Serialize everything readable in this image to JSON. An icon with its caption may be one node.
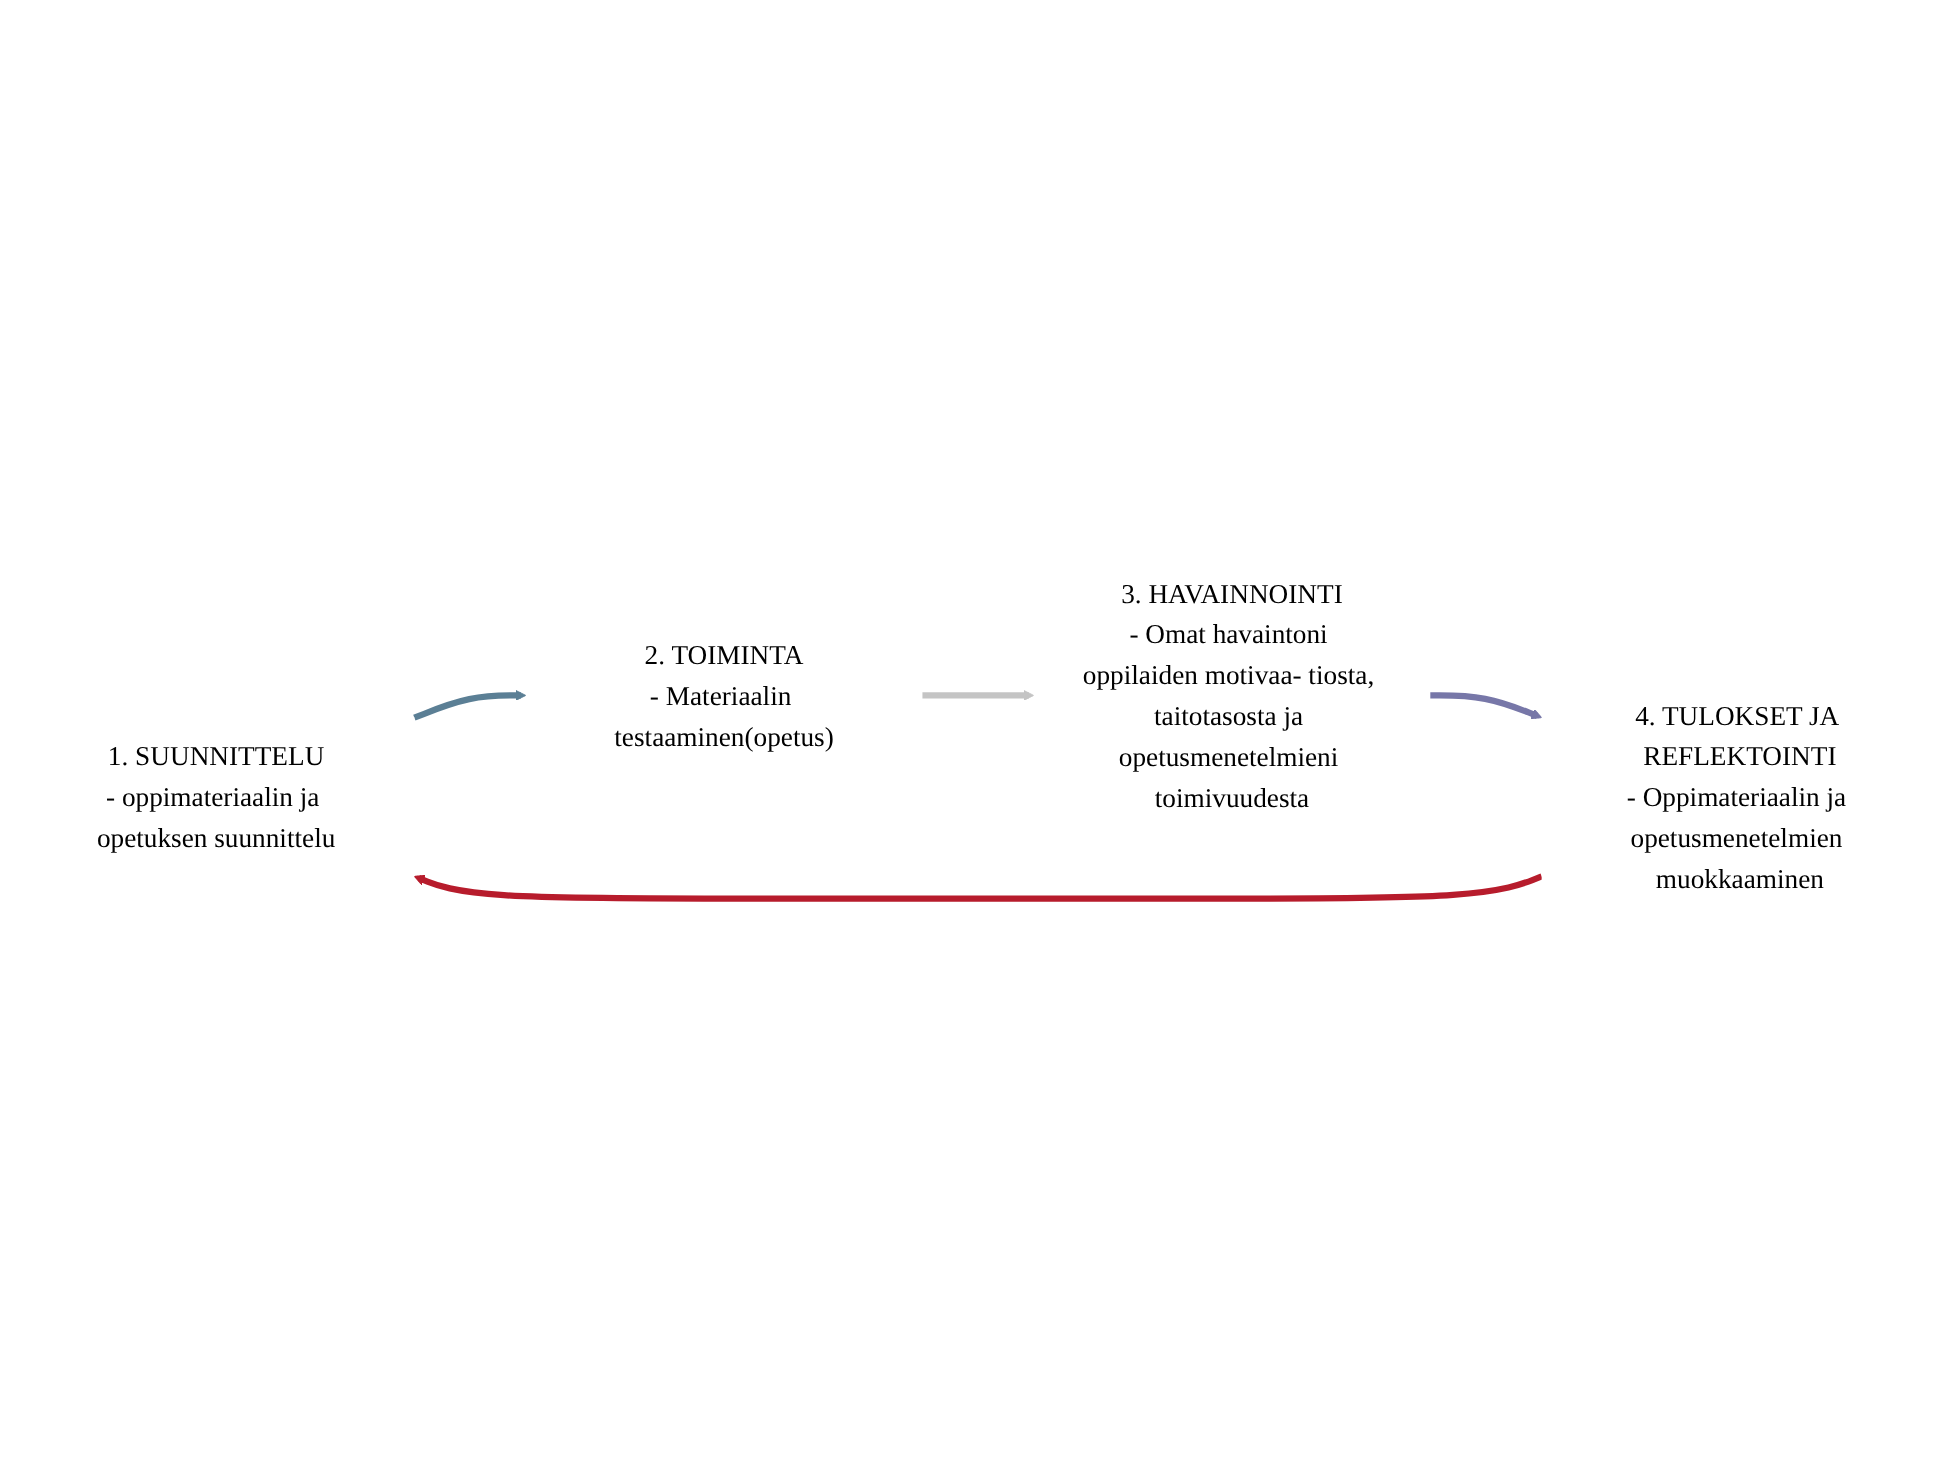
{
  "diagram": {
    "nodes": [
      {
        "text": [
          "1. SUUNNITTELU",
          "- oppimateriaalin ja opetuksen suunnittelu"
        ]
      },
      {
        "text": [
          "2. TOIMINTA",
          "- Materiaalin testaaminen(opetus)"
        ]
      },
      {
        "text": [
          "3. HAVAINNOINTI",
          "- Omat havaintoni oppilaiden motivaa- tiosta, taitotasosta ja opetusmenetelmieni toimivuudesta"
        ]
      },
      {
        "text": [
          "4. TULOKSET JA REFLEKTOINTI",
          "- Oppimateriaalin ja opetusmenetelmien muokkaaminen"
        ]
      }
    ],
    "edges": [
      {
        "from": 0,
        "to": 1,
        "arrow": "to",
        "color": "#5b7f95"
      },
      {
        "from": 1,
        "to": 2,
        "arrow": "to",
        "color": "#c4c4c4"
      },
      {
        "from": 2,
        "to": 3,
        "arrow": "to",
        "color": "#7777a8"
      },
      {
        "from": 3,
        "to": 0,
        "arrow": "to",
        "color": "#b71c2c"
      }
    ]
  }
}
